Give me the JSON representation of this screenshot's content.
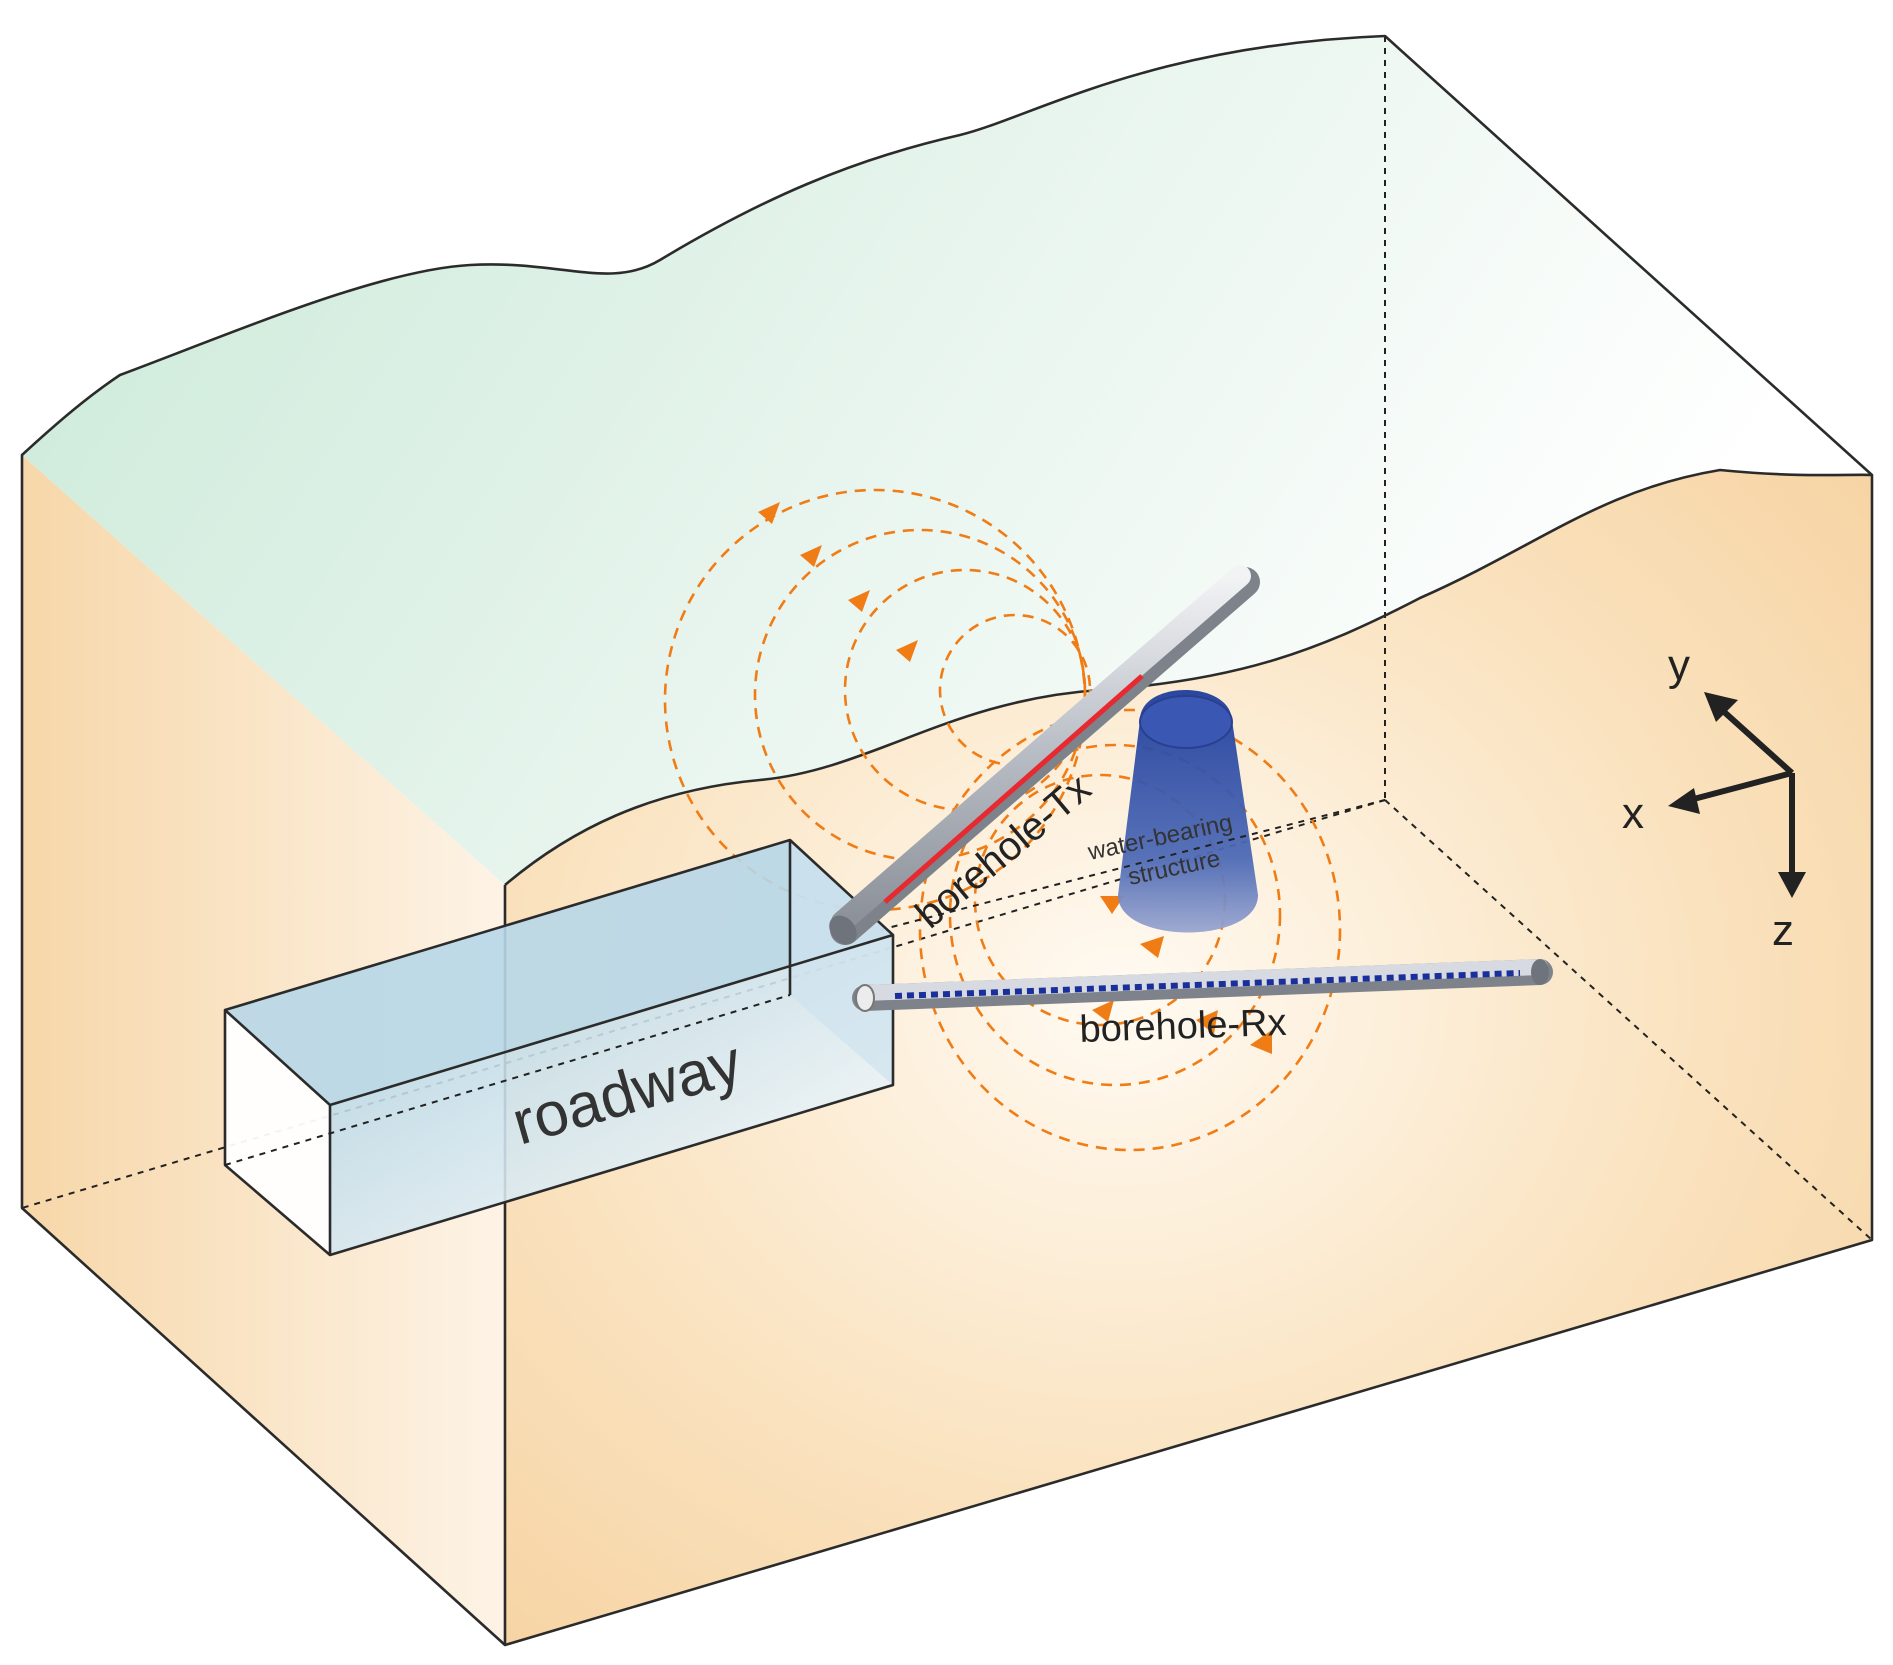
{
  "labels": {
    "roadway": "roadway",
    "borehole_tx": "borehole-Tx",
    "borehole_rx": "borehole-Rx",
    "structure_line1": "water-bearing",
    "structure_line2": "structure",
    "axis_x": "x",
    "axis_y": "y",
    "axis_z": "z"
  },
  "colors": {
    "rock_body": "#f8dcb0",
    "top_surface": "#d3ecdf",
    "field_lines": "#f07c16",
    "tx_cable": "#e8292f",
    "rx_cable": "#1a2f9a",
    "water_body": "#2f4fa8",
    "roadway_face": "#b9d6e6",
    "outline": "#2b2b2b"
  },
  "icons": {
    "field_direction": "arrowhead-icon",
    "axis_arrows": "arrow-icon"
  }
}
